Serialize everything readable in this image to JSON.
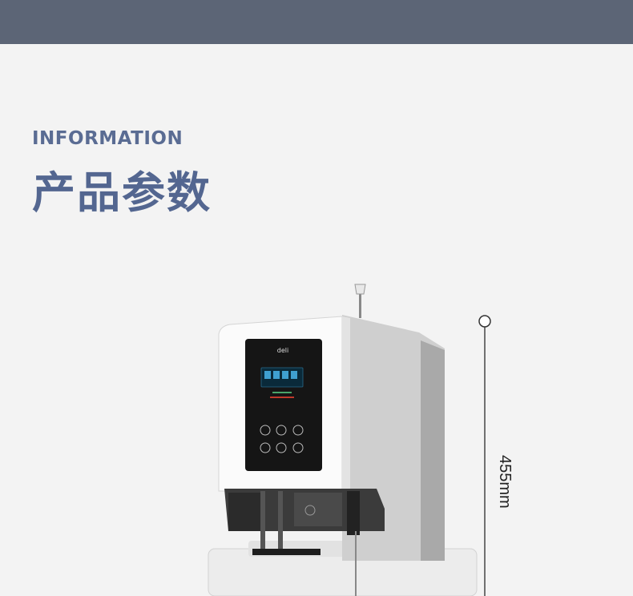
{
  "header": {
    "eyebrow": "INFORMATION",
    "title": "产品参数"
  },
  "product": {
    "brand": "deli",
    "height_label": "455mm"
  },
  "colors": {
    "top_band": "#5c6576",
    "heading": "#536690",
    "background": "#f3f3f3"
  }
}
